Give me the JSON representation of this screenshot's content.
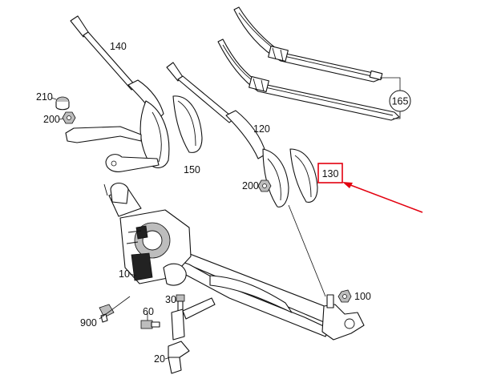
{
  "diagram": {
    "callouts": {
      "p10": "10",
      "p20": "20",
      "p30": "30",
      "p60": "60",
      "p100": "100",
      "p120": "120",
      "p130": "130",
      "p140": "140",
      "p150": "150",
      "p165": "165",
      "p200a": "200",
      "p200b": "200",
      "p210": "210",
      "p900": "900"
    },
    "highlight": {
      "part": "130",
      "color": "#e3000f"
    }
  }
}
